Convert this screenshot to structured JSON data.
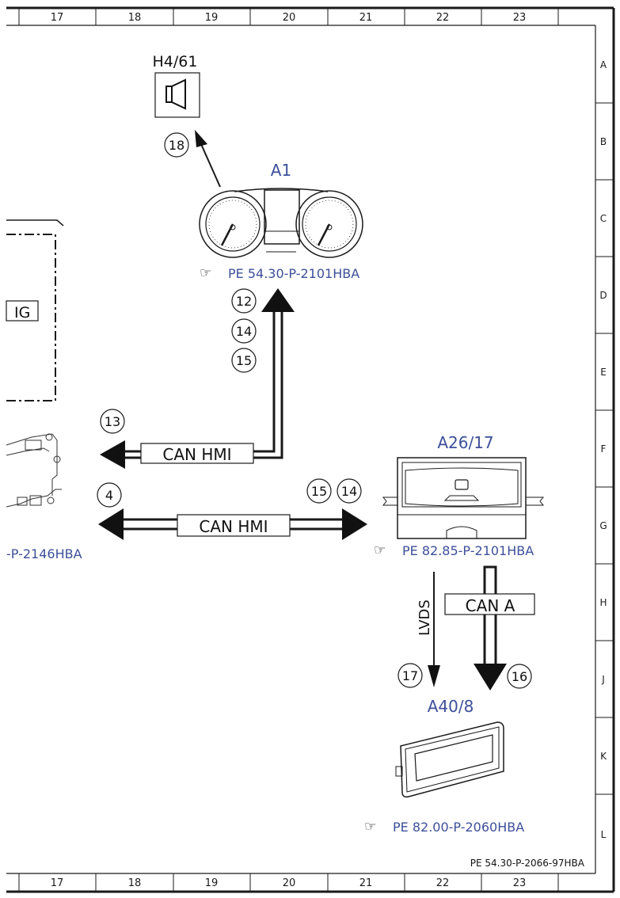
{
  "frame": {
    "columns": [
      "17",
      "18",
      "19",
      "20",
      "21",
      "22",
      "23"
    ],
    "rows": [
      "A",
      "B",
      "C",
      "D",
      "E",
      "F",
      "G",
      "H",
      "J",
      "K",
      "L"
    ],
    "document_code": "PE 54.30-P-2066-97HBA"
  },
  "components": {
    "speaker": {
      "label": "H4/61"
    },
    "cluster": {
      "label": "A1",
      "ref": "PE 54.30-P-2101HBA"
    },
    "head_unit": {
      "label": "A26/17",
      "ref": "PE 82.85-P-2101HBA"
    },
    "display": {
      "label": "A40/8",
      "ref": "PE 82.00-P-2060HBA"
    },
    "left_module": {
      "label_fragment": "IG",
      "ref_fragment": "-P-2146HBA"
    }
  },
  "connections": {
    "can_hmi_upper": {
      "label": "CAN HMI"
    },
    "can_hmi_lower": {
      "label": "CAN HMI"
    },
    "can_a": {
      "label": "CAN A"
    },
    "lvds": {
      "label": "LVDS"
    }
  },
  "numbers": {
    "n18": "18",
    "n12": "12",
    "n14a": "14",
    "n15a": "15",
    "n13": "13",
    "n4": "4",
    "n15b": "15",
    "n14b": "14",
    "n17": "17",
    "n16": "16"
  }
}
